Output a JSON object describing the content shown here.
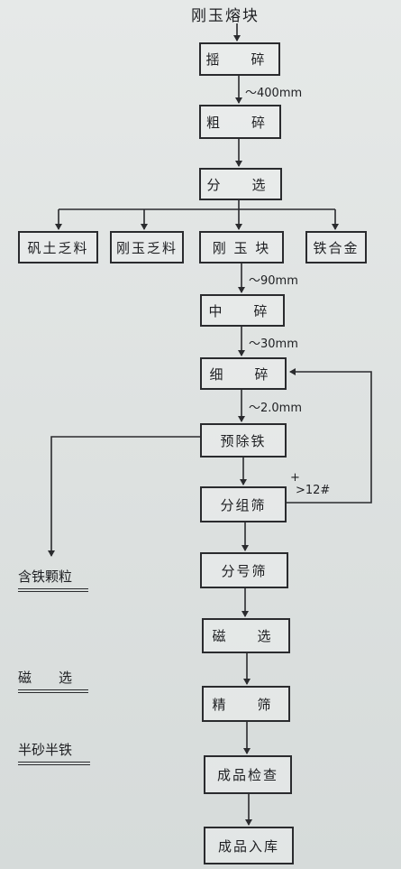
{
  "title": "刚玉熔块",
  "steps": {
    "s1": "揺　碎",
    "s2": "粗　碎",
    "s3": "分　选",
    "b1": "矾土乏料",
    "b2": "刚玉乏料",
    "b3": "刚 玉 块",
    "b4": "铁合金",
    "s4": "中　碎",
    "s5": "细　碎",
    "s6": "预除铁",
    "s7": "分组筛",
    "s8": "分号筛",
    "s9": "磁　选",
    "s10": "精　筛",
    "s11": "成品检查",
    "s12": "成品入库"
  },
  "labels": {
    "l1": "～400mm",
    "l2": "～90mm",
    "l3": "～30mm",
    "l4": "～2.0mm",
    "plus": "+",
    "mesh": ">12#"
  },
  "side": {
    "t1": "含铁颗粒",
    "t2": "磁　　选",
    "t3": "半砂半铁"
  }
}
